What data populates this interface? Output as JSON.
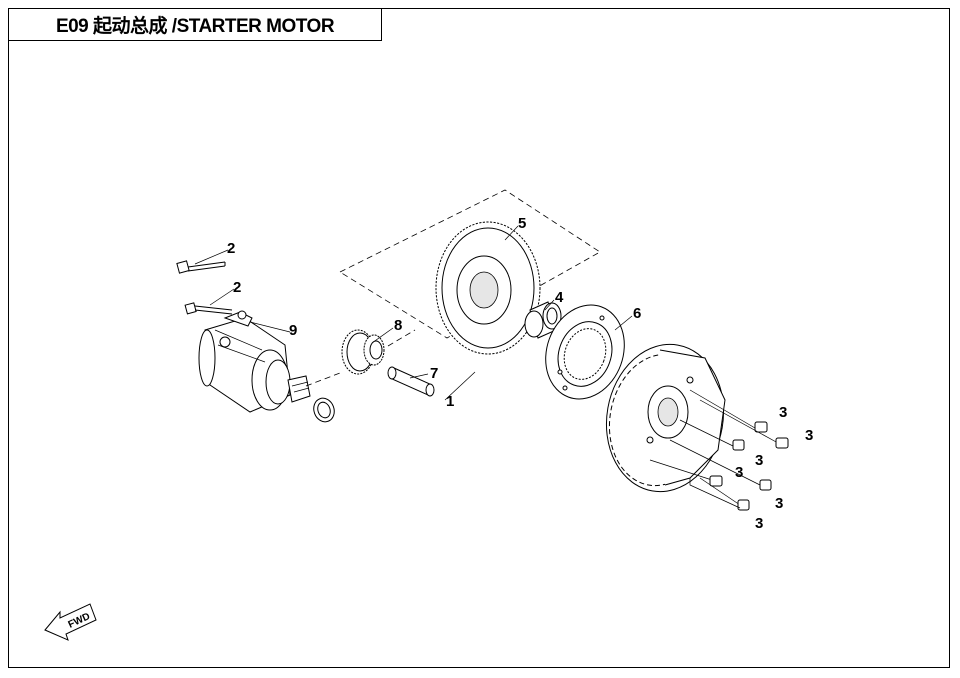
{
  "title": "E09 起动总成 /STARTER MOTOR",
  "direction_label": "FWD",
  "callouts": {
    "c1": "1",
    "c2a": "2",
    "c2b": "2",
    "c3a": "3",
    "c3b": "3",
    "c3c": "3",
    "c3d": "3",
    "c3e": "3",
    "c3f": "3",
    "c4": "4",
    "c5": "5",
    "c6": "6",
    "c7": "7",
    "c8": "8",
    "c9": "9"
  }
}
